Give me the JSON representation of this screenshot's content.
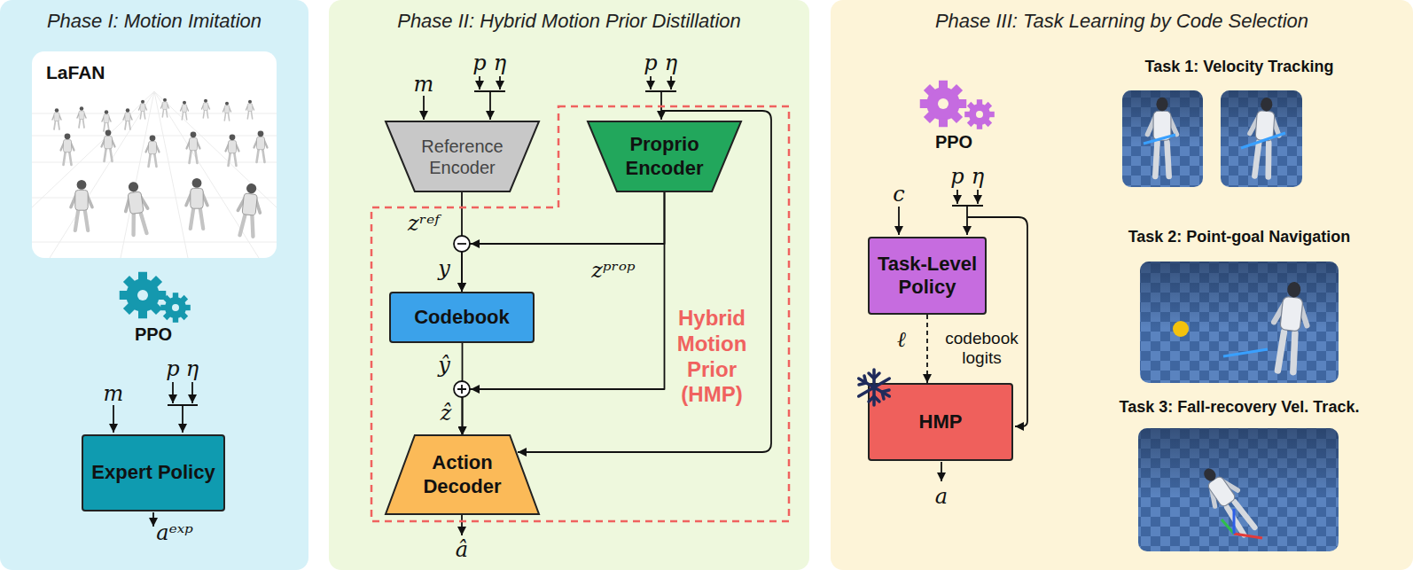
{
  "diagram": {
    "nodes": [
      {
        "text": [
          "Phase I: Motion Imitation"
        ]
      },
      {
        "text": [
          "LaFAN"
        ],
        "in": 0
      },
      {
        "text": [
          "Expert Policy"
        ],
        "in": 0
      },
      {
        "text": [
          "Phase II: Hybrid Motion Prior Distillation"
        ]
      },
      {
        "text": [
          "Hybrid Motion Prior (HMP)"
        ],
        "in": 3
      },
      {
        "text": [
          "Reference Encoder"
        ],
        "in": 3
      },
      {
        "text": [
          "Proprio Encoder"
        ],
        "in": 4
      },
      {
        "text": [
          "Codebook"
        ],
        "in": 4
      },
      {
        "text": [
          "Action Decoder"
        ],
        "in": 4
      },
      {
        "text": [
          "Phase III: Task Learning by Code Selection"
        ]
      },
      {
        "text": [
          "Task-Level Policy"
        ],
        "in": 9
      },
      {
        "text": [
          "HMP"
        ],
        "in": 9
      }
    ],
    "edges": [
      {
        "from": 5,
        "to": 7,
        "arrow": "to"
      },
      {
        "from": 6,
        "to": 7,
        "arrow": "to"
      },
      {
        "from": 7,
        "to": 8,
        "arrow": "to"
      },
      {
        "from": 6,
        "to": 8,
        "arrow": "to"
      },
      {
        "from": 10,
        "to": 11,
        "label": "codebook logits",
        "arrow": "to"
      }
    ],
    "labels": [
      "PPO",
      "m",
      "p",
      "η",
      "aᵉˣᵖ",
      "m",
      "p",
      "η",
      "p",
      "η",
      "zʳᵉᶠ",
      "zᵖʳᵒᵖ",
      "y",
      "ŷ",
      "ẑ",
      "â",
      "PPO",
      "c",
      "p",
      "η",
      "ℓ",
      "a",
      "Task 1: Velocity Tracking",
      "Task 2: Point-goal Navigation",
      "Task 3: Fall-recovery Vel. Track."
    ]
  }
}
